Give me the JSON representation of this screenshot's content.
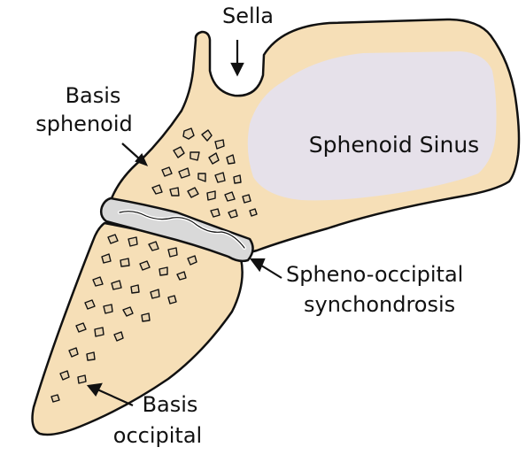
{
  "labels": {
    "sella": "Sella",
    "basis_sphenoid_line1": "Basis",
    "basis_sphenoid_line2": "sphenoid",
    "sphenoid_sinus": "Sphenoid Sinus",
    "spheno_occipital_line1": "Spheno-occipital",
    "spheno_occipital_line2": "synchondrosis",
    "basis_occipital_line1": "Basis",
    "basis_occipital_line2": "occipital"
  },
  "colors": {
    "bone_fill": "#f6dfb7",
    "bone_outline": "#111111",
    "sinus_fill": "#e6e1ea",
    "cartilage_fill": "#d9d9d9",
    "trabecula_fill": "#e9d4b0",
    "label_text": "#111111"
  }
}
